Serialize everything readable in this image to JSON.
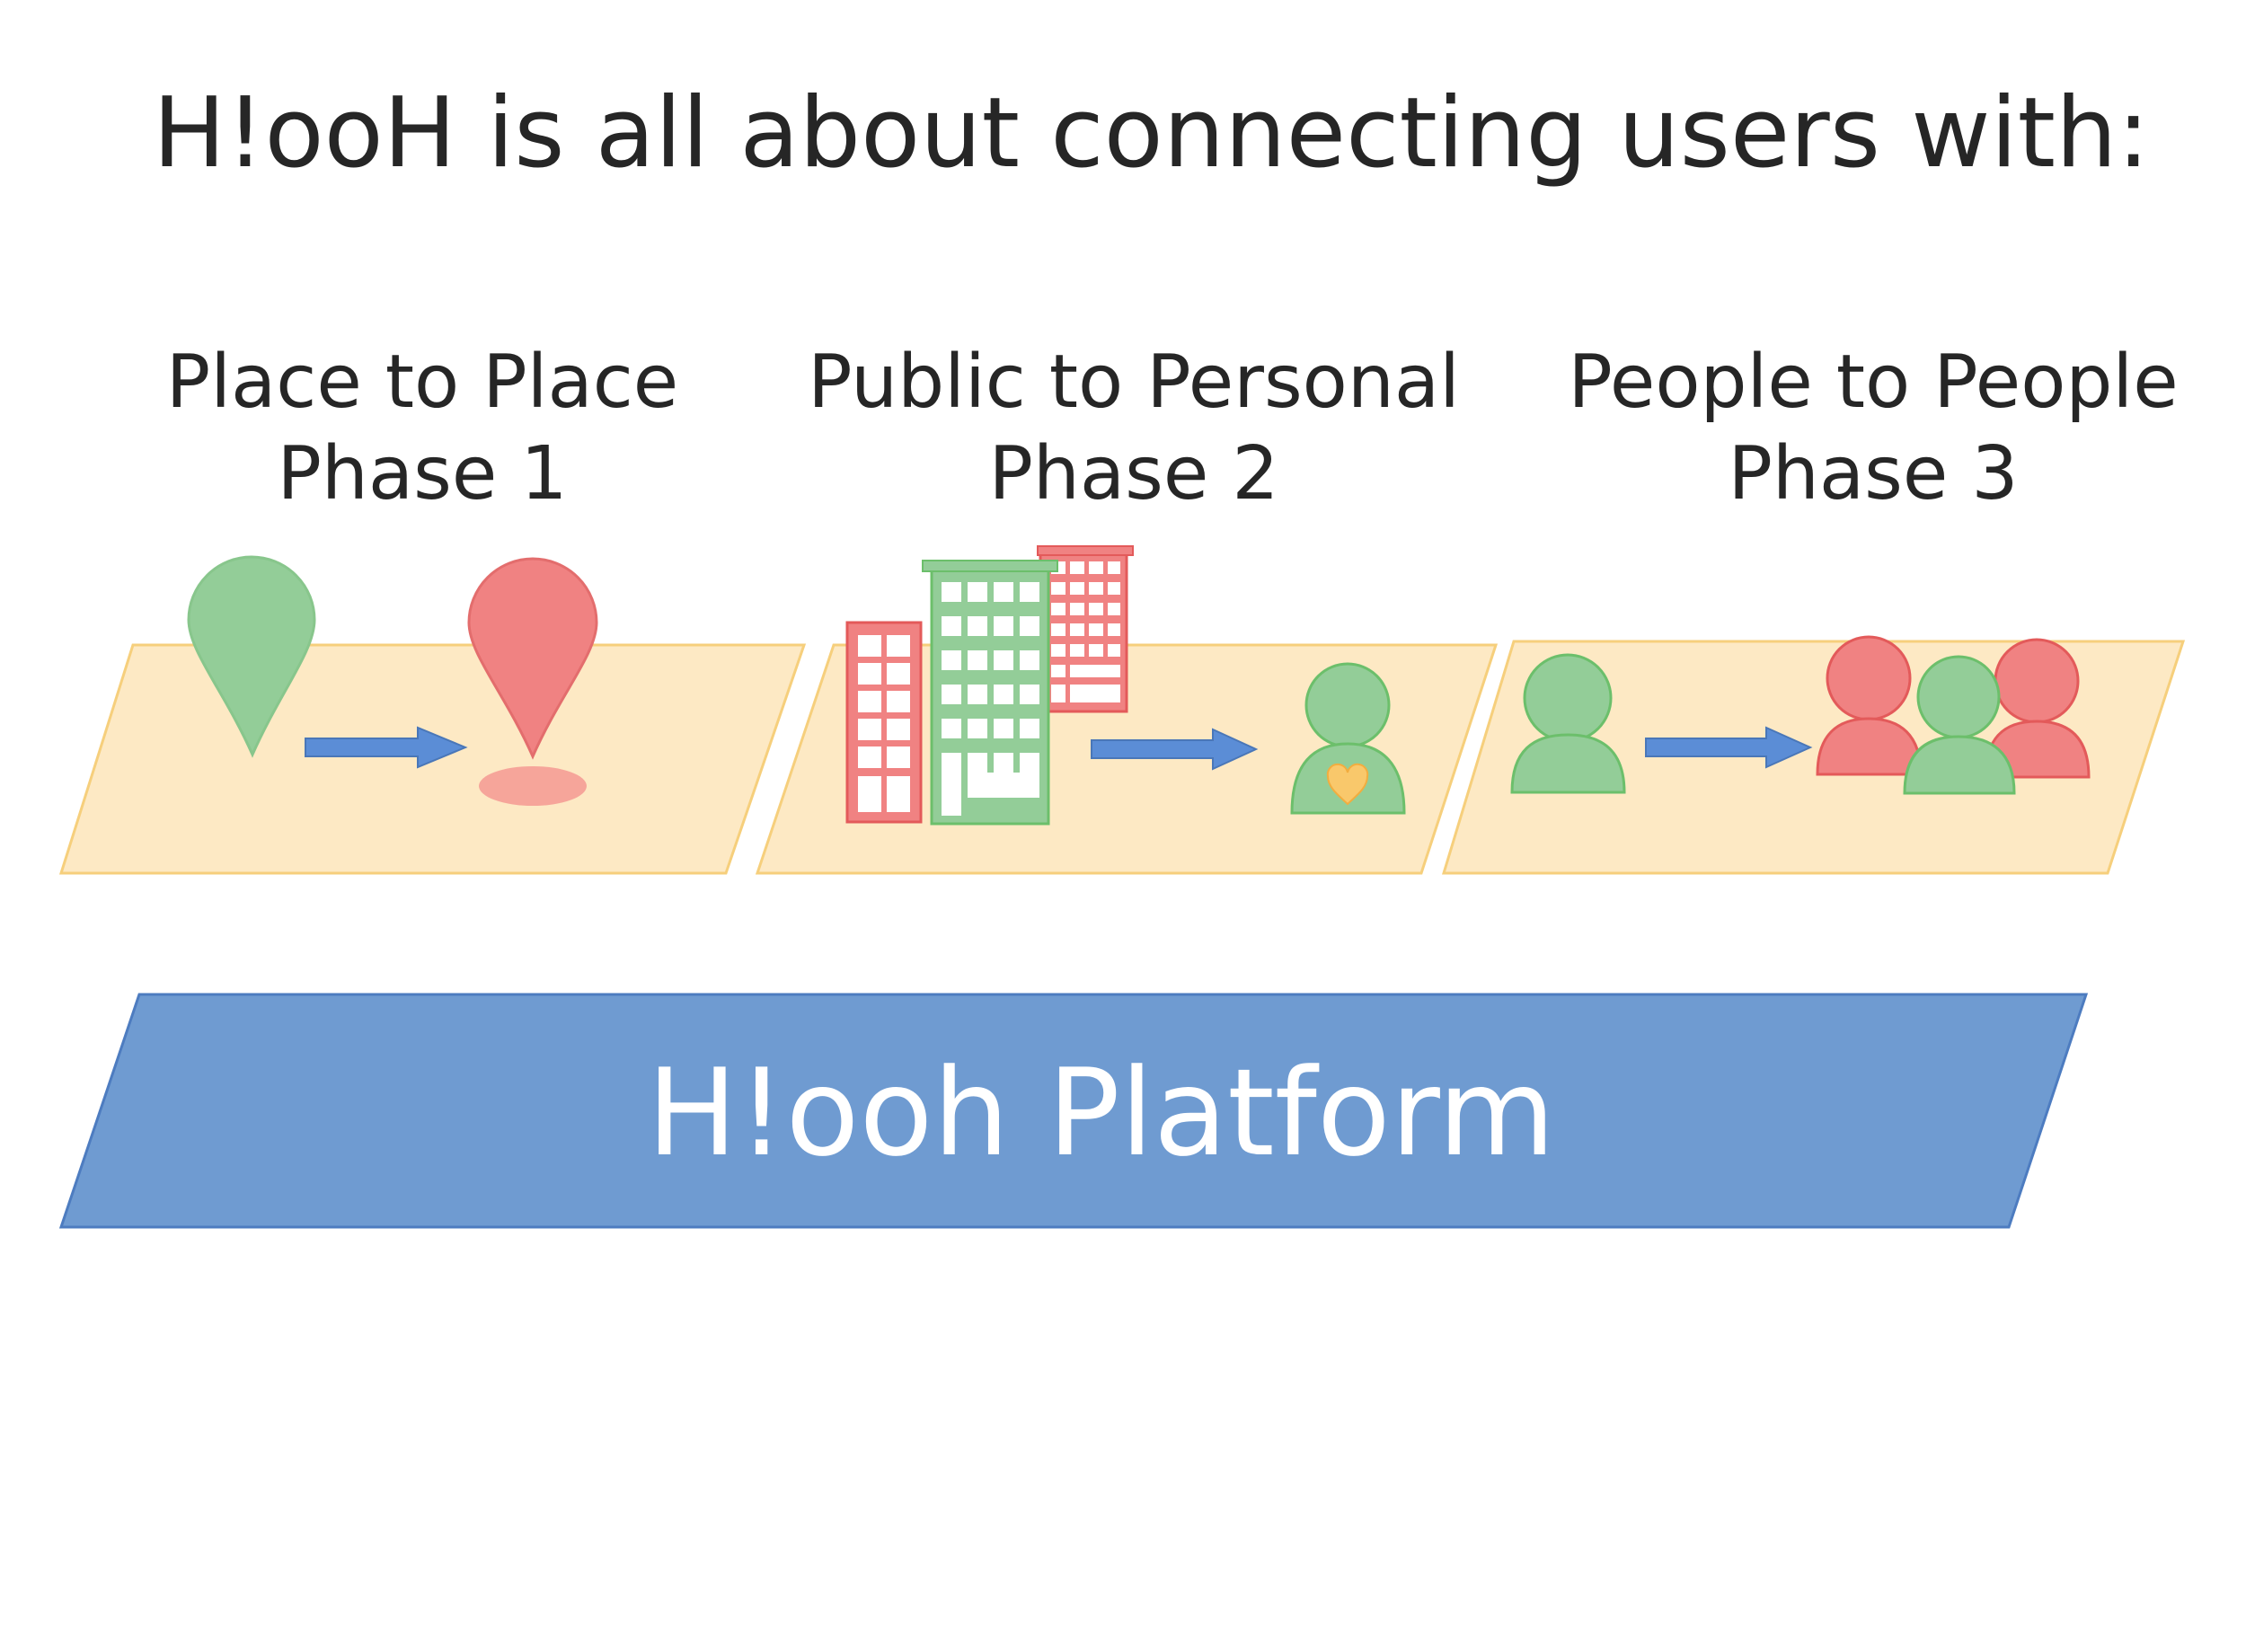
{
  "title": "H!ooH is all about connecting users with:",
  "phases": [
    {
      "name": "Place to Place",
      "label": "Phase 1"
    },
    {
      "name": "Public to Personal",
      "label": "Phase 2"
    },
    {
      "name": "People to People",
      "label": "Phase 3"
    }
  ],
  "platform": {
    "label": "H!ooh Platform"
  },
  "colors": {
    "panel_fill": "#fde9c4",
    "panel_stroke": "#f6cf7c",
    "green": "#93cd98",
    "green_stroke": "#6cbf6b",
    "red": "#f08282",
    "red_stroke": "#e35a5a",
    "arrow": "#5b8dd6",
    "platform": "#6f9bd1",
    "heart": "#f9c86b"
  }
}
